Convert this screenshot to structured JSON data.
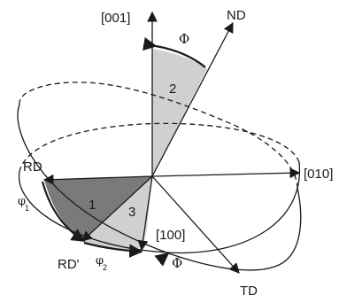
{
  "labels": {
    "axis_001": "[001]",
    "axis_010": "[010]",
    "axis_100": "[100]",
    "nd": "ND",
    "rd": "RD",
    "rd_prime": "RD'",
    "td": "TD",
    "phi_top": "Φ",
    "phi_bottom": "Φ",
    "phi1_symbol": "φ",
    "phi1_sub": "1",
    "phi2_symbol": "φ",
    "phi2_sub": "2",
    "region_1": "1",
    "region_2": "2",
    "region_3": "3"
  },
  "colors": {
    "stroke": "#1a1a1a",
    "region_1_fill": "#7a7a7a",
    "region_2_fill": "#d0d0d0",
    "region_3_fill": "#d0d0d0"
  }
}
